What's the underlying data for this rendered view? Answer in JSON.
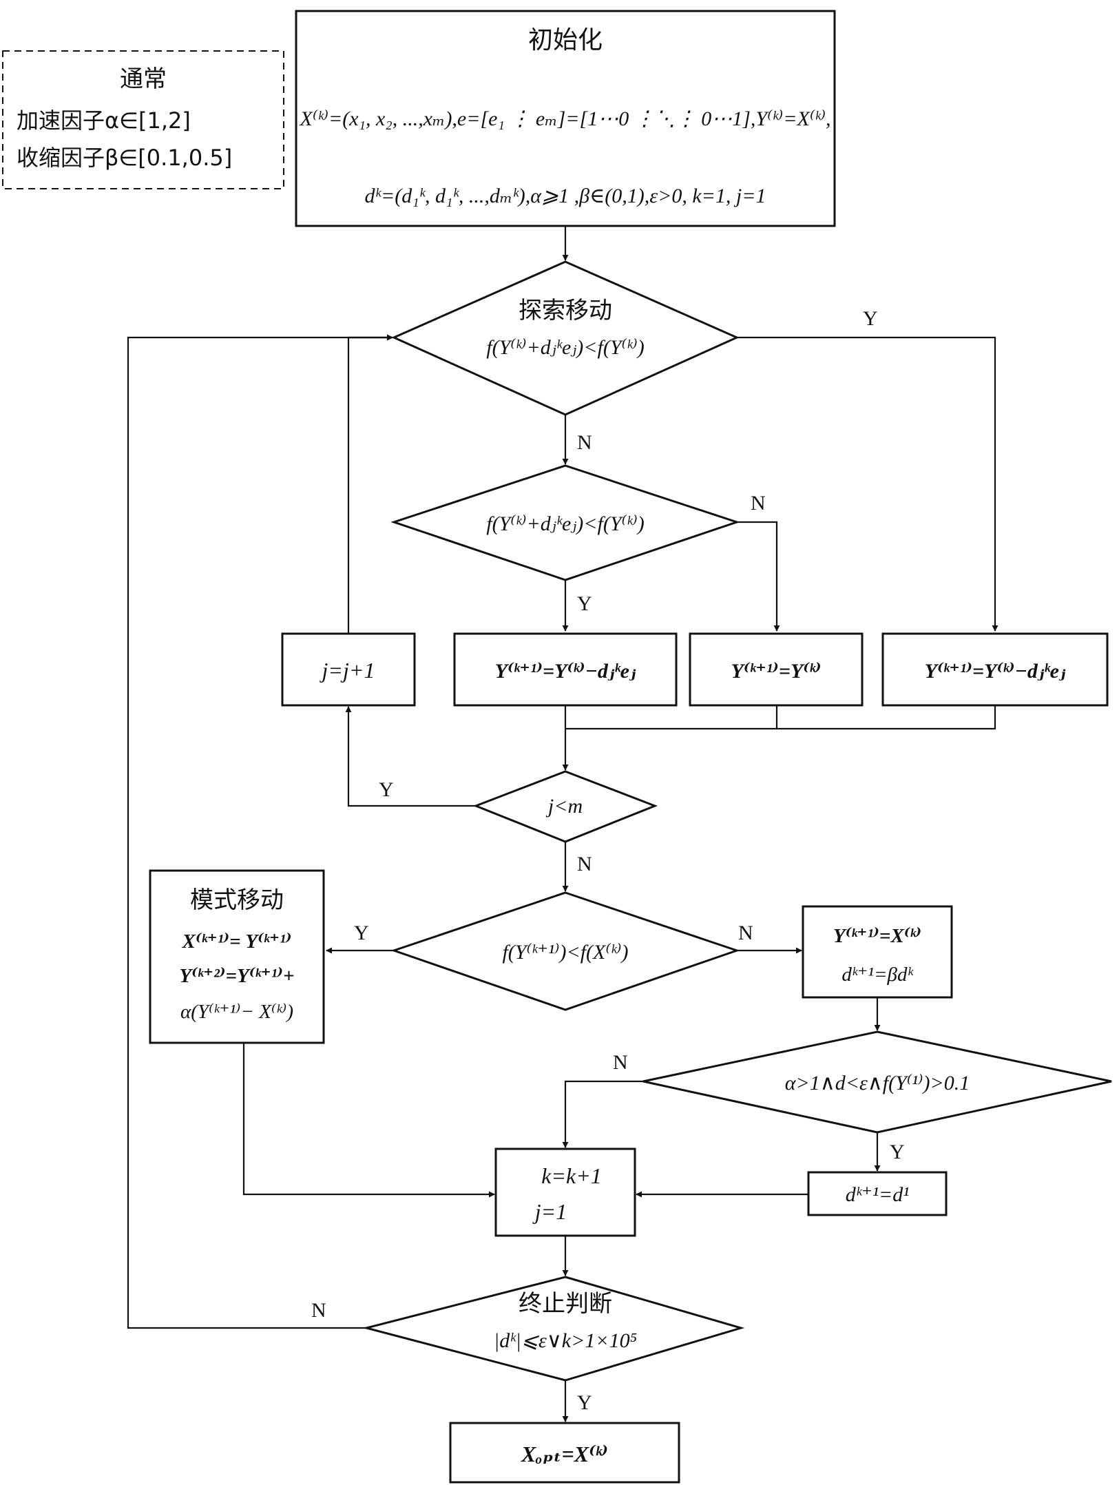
{
  "note": {
    "title": "通常",
    "line1": "加速因子α∈[1,2]",
    "line2": "收缩因子β∈[0.1,0.5]"
  },
  "init": {
    "title": "初始化",
    "line1": "X⁽ᵏ⁾=(x₁, x₂, ...,xₘ),e=[e₁ ⋮ eₘ]=[1⋯0 ⋮⋱⋮ 0⋯1],Y⁽ᵏ⁾=X⁽ᵏ⁾,",
    "line2": "dᵏ=(d₁ᵏ, d₁ᵏ, ...,dₘᵏ),α⩾1 ,β∈(0,1),ε>0, k=1, j=1"
  },
  "explore": {
    "title": "探索移动",
    "cond": "f(Y⁽ᵏ⁾+dⱼᵏeⱼ)<f(Y⁽ᵏ⁾)"
  },
  "cond2": "f(Y⁽ᵏ⁾+dⱼᵏeⱼ)<f(Y⁽ᵏ⁾)",
  "box_j": "j=j+1",
  "box_y1": "Y⁽ᵏ⁺¹⁾=Y⁽ᵏ⁾−dⱼᵏeⱼ",
  "box_y2": "Y⁽ᵏ⁺¹⁾=Y⁽ᵏ⁾",
  "box_y3": "Y⁽ᵏ⁺¹⁾=Y⁽ᵏ⁾−dⱼᵏeⱼ",
  "cond_jm": "j<m",
  "pattern": {
    "title": "模式移动",
    "line1": "X⁽ᵏ⁺¹⁾= Y⁽ᵏ⁺¹⁾",
    "line2": "Y⁽ᵏ⁺²⁾=Y⁽ᵏ⁺¹⁾+",
    "line3": "α(Y⁽ᵏ⁺¹⁾− X⁽ᵏ⁾)"
  },
  "cond_f": "f(Y⁽ᵏ⁺¹⁾)<f(X⁽ᵏ⁾)",
  "box_shrink": {
    "line1": "Y⁽ᵏ⁺¹⁾=X⁽ᵏ⁾",
    "line2": "dᵏ⁺¹=βdᵏ"
  },
  "cond_alpha": "α>1∧d<ε∧f(Y⁽¹⁾)>0.1",
  "box_reset": "dᵏ⁺¹=d¹",
  "box_k": {
    "line1": "k=k+1",
    "line2": "j=1"
  },
  "stop": {
    "title": "终止判断",
    "cond": "|dᵏ|⩽ε∨k>1×10⁵"
  },
  "result": "Xₒₚₜ=X⁽ᵏ⁾",
  "labels": {
    "yes": "Y",
    "no": "N"
  }
}
